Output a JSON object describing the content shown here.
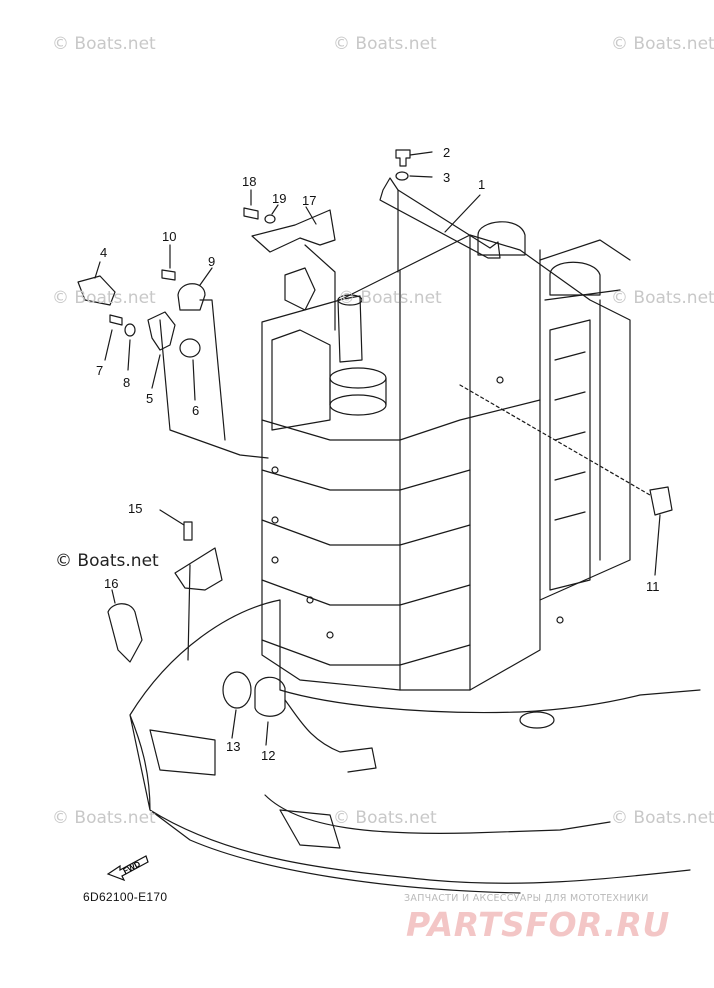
{
  "watermarks": {
    "top_left": "© Boats.net",
    "top_middle": "© Boats.net",
    "top_right": "© Boats.net",
    "mid_left": "© Boats.net",
    "mid_center": "© Boats.net",
    "mid_right": "© Boats.net",
    "left_bold": "© Boats.net",
    "bottom_left": "© Boats.net",
    "bottom_center": "© Boats.net",
    "bottom_right": "© Boats.net"
  },
  "callouts": [
    "1",
    "2",
    "3",
    "4",
    "5",
    "6",
    "7",
    "8",
    "9",
    "10",
    "11",
    "12",
    "13",
    "15",
    "16",
    "17",
    "18",
    "19"
  ],
  "diagram_code": "6D62100-E170",
  "fwd_label": "FWD",
  "shop": {
    "tagline": "ЗАПЧАСТИ И АКСЕССУАРЫ ДЛЯ МОТОТЕХНИКИ",
    "logo": "PARTSFOR.RU"
  },
  "colors": {
    "line": "#1a1a1a",
    "watermark": "#c8c8c8",
    "logo": "#f3c6c6"
  }
}
